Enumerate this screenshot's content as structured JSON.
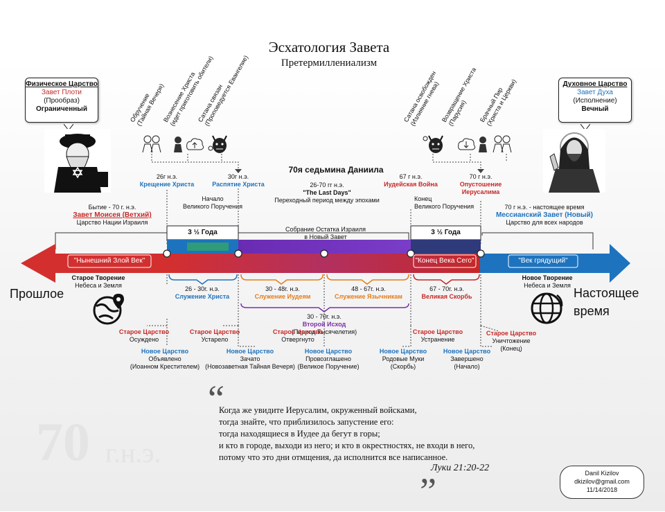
{
  "header": {
    "title": "Эсхатология Завета",
    "subtitle": "Претермиллениализм"
  },
  "left_bubble": {
    "l1": "Физическое Царство",
    "l2": "Завет Плоти",
    "l3": "(Прообраз)",
    "l4": "Ограниченный"
  },
  "right_bubble": {
    "l1": "Духовное Царство",
    "l2": "Завет Духа",
    "l3": "(Исполнение)",
    "l4": "Вечный"
  },
  "top_left_rot": [
    {
      "a": "Обручение",
      "b": "(Тайная Вечеря)"
    },
    {
      "a": "Вознесение Христа",
      "b": "(идет приготовить обители)"
    },
    {
      "a": "Сатана связан",
      "b": "(Проповедуется Евангелие)"
    }
  ],
  "top_right_rot": [
    {
      "a": "Сатана освобожден",
      "b": "(Излияние гнева)"
    },
    {
      "a": "Возвращение Христа",
      "b": "(Парусия)"
    },
    {
      "a": "Брачный Пир",
      "b": "(Христа и Церкви)"
    }
  ],
  "daniel_title": "70я седьмина Даниила",
  "events": {
    "e1_date": "26г н.э.",
    "e1_name": "Крещение Христа",
    "e2_date": "30г н.э.",
    "e2_name": "Распятие Христа",
    "e3_date": "26-70 гг н.э.",
    "e3_name": "\"The Last Days\"",
    "e3_desc": "Переходный период между эпохами",
    "e4_date": "67 г н.э.",
    "e4_name": "Иудейская Война",
    "e5_date": "70 г н.э.",
    "e5_name1": "Опустошение",
    "e5_name2": "Иерусалима"
  },
  "begin_commission": {
    "a": "Начало",
    "b": "Великого Поручения"
  },
  "end_commission": {
    "a": "Конец",
    "b": "Великого Поручения"
  },
  "old_covenant": {
    "date": "Бытие - 70 г. н.э.",
    "name": "Завет Моисея (Ветхий)",
    "desc": "Царство Нации Израиля"
  },
  "new_covenant": {
    "date": "70 г н.э. - настоящее время",
    "name": "Мессианский Завет (Новый)",
    "desc": "Царство для всех народов"
  },
  "remnant": {
    "a": "Собрание Остатка Израиля",
    "b": "в Новый Завет"
  },
  "half_week_left": "3 ½ Года",
  "half_week_right": "3 ½ Года",
  "arrow": {
    "left": "\"Нынешний Злой Век\"",
    "mid": "\"Конец Века Сего\"",
    "right": "\"Век грядущий\""
  },
  "past": "Прошлое",
  "present": {
    "a": "Настоящее",
    "b": "время"
  },
  "old_creation": {
    "a": "Старое Творение",
    "b": "Небеса и Земля"
  },
  "new_creation": {
    "a": "Новое Творение",
    "b": "Небеса и Земля"
  },
  "periods": {
    "p1_date": "26 - 30г. н.э.",
    "p1_name": "Служение Христа",
    "p2_date": "30 - 48г. н.э.",
    "p2_name": "Служение Иудеям",
    "p3_date": "48 - 67г. н.э.",
    "p3_name": "Служение Язычникам",
    "p4_date": "67 - 70г. н.э.",
    "p4_name": "Великая Скорбь",
    "p5_date": "30 - 70г. н.э.",
    "p5_name": "Второй Исход",
    "p5_desc": "(Период Тысячелетия)"
  },
  "bottom_old": [
    {
      "t": "Старое Царство",
      "d": "Осуждено"
    },
    {
      "t": "Старое Царство",
      "d": "Устарело"
    },
    {
      "t": "Старое Царство",
      "d": "Отвергнуто"
    },
    {
      "t": "Старое Царство",
      "d": "Устранение"
    },
    {
      "t": "Старое Царство",
      "d": "Уничтожение",
      "e": "(Конец)"
    }
  ],
  "bottom_new": [
    {
      "t": "Новое Царство",
      "d": "Объявлено",
      "e": "(Иоанном Крестителем)"
    },
    {
      "t": "Новое Царство",
      "d": "Зачато",
      "e": "(Новозаветная Тайная Вечеря)"
    },
    {
      "t": "Новое Царство",
      "d": "Провозглашено",
      "e": "(Великое Поручение)"
    },
    {
      "t": "Новое Царство",
      "d": "Родовые Муки",
      "e": "(Скорбь)"
    },
    {
      "t": "Новое Царство",
      "d": "Завершено",
      "e": "(Начало)"
    }
  ],
  "watermark": {
    "big": "70",
    "small": "г.н.э."
  },
  "quote": {
    "l1": "Когда же увидите Иерусалим, окруженный войсками,",
    "l2": "тогда знайте, что приблизилось запустение его:",
    "l3": "тогда находящиеся в Иудее да бегут в горы;",
    "l4": "и кто в городе, выходи из него; и кто в окрестностях, не входи в него,",
    "l5": "потому что это дни отмщения, да исполнится все написанное.",
    "ref": "Луки 21:20-22"
  },
  "signature": {
    "name": "Danil Kizilov",
    "email": "dkizilov@gmail.com",
    "date": "11/14/2018"
  },
  "colors": {
    "red": "#c62828",
    "blue": "#1e73be",
    "orange": "#e57c1a",
    "purple": "#7b2fa8",
    "navy": "#1a4f9c"
  },
  "icons": [
    "rabbi-icon",
    "jesus-icon",
    "globe-pin-icon",
    "globe-icon",
    "wedding-couple-icon",
    "ascension-cloud-icon",
    "satan-chained-icon",
    "satan-freed-icon",
    "return-cloud-icon",
    "feast-couple-icon",
    "quote-open-icon",
    "quote-close-icon"
  ]
}
